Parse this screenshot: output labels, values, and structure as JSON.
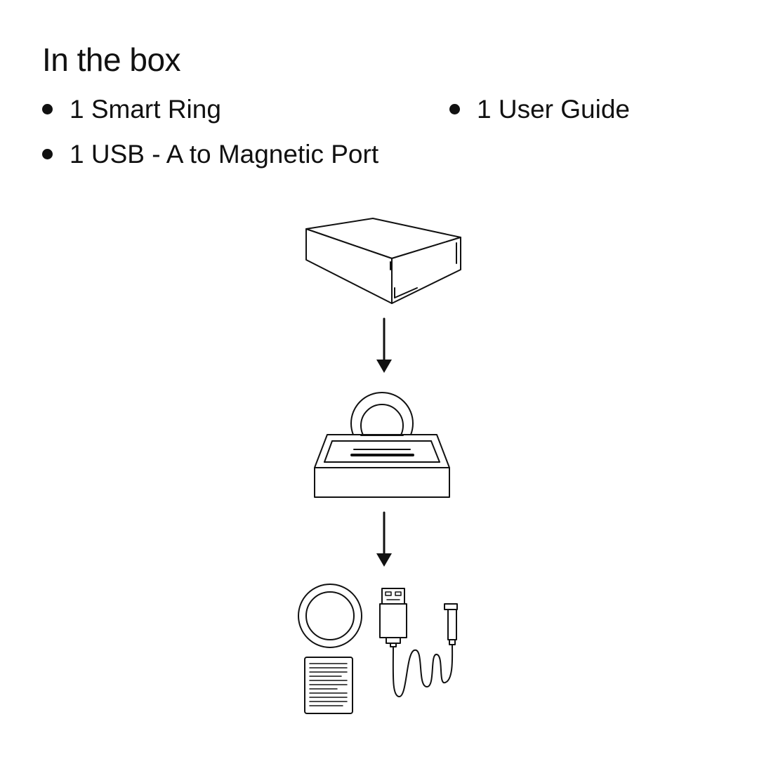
{
  "heading": "In the box",
  "items": [
    {
      "label": "1 Smart Ring"
    },
    {
      "label": "1 USB - A to Magnetic Port"
    },
    {
      "label": "1 User Guide"
    }
  ],
  "illustrations": {
    "step1": "closed-box-icon",
    "step2": "open-box-with-ring-icon",
    "step3": "box-contents-icon"
  }
}
